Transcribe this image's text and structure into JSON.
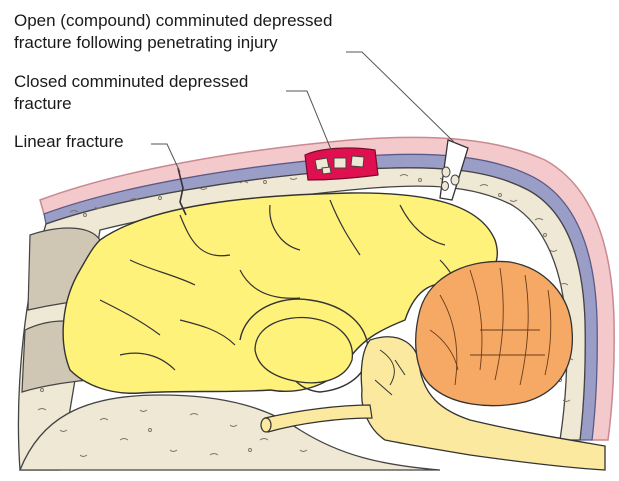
{
  "labels": {
    "open_line1": "Open (compound) comminuted depressed",
    "open_line2": "fracture following penetrating injury",
    "closed_line1": "Closed comminuted depressed",
    "closed_line2": "fracture",
    "linear": "Linear fracture"
  },
  "colors": {
    "skin": "#f3c9cc",
    "skin_stroke": "#c98990",
    "dura": "#9a9ec7",
    "bone": "#efe8d4",
    "cerebrum": "#fff27a",
    "cerebellum": "#f6a865",
    "brainstem": "#fbe9a0",
    "fracture_red": "#e01050",
    "outline": "#333333"
  }
}
